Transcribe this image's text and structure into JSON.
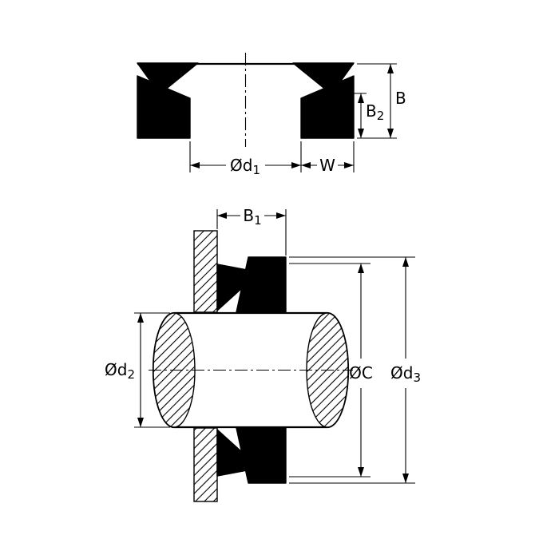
{
  "drawing": {
    "type": "v-ring-seal-technical-drawing",
    "colors": {
      "line": "#000000",
      "fill": "#000000",
      "background": "#ffffff"
    },
    "views": {
      "free_state": {
        "name": "seal-cross-section-free-state"
      },
      "installed": {
        "name": "seal-installed-on-shaft-against-housing"
      }
    }
  },
  "dimensions": {
    "top_view": {
      "d1": {
        "main": "Ød",
        "sub": "1"
      },
      "w": {
        "main": "W",
        "sub": ""
      },
      "b2": {
        "main": "B",
        "sub": "2"
      },
      "b": {
        "main": "B",
        "sub": ""
      }
    },
    "installed_view": {
      "b1": {
        "main": "B",
        "sub": "1"
      },
      "d2": {
        "main": "Ød",
        "sub": "2"
      },
      "c": {
        "main": "ØC",
        "sub": ""
      },
      "d3": {
        "main": "Ød",
        "sub": "3"
      }
    }
  }
}
